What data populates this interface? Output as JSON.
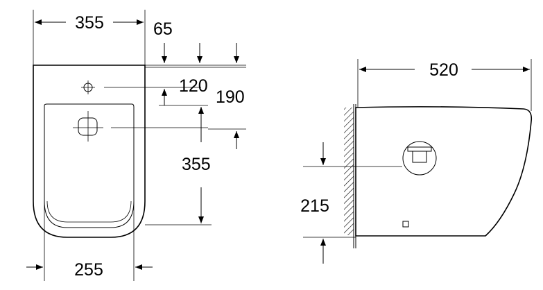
{
  "front_view": {
    "width_top": "355",
    "offset_top": "65",
    "hole1_offset": "120",
    "hole2_offset": "190",
    "height_to_floor": "355",
    "width_bottom": "255"
  },
  "side_view": {
    "depth": "520",
    "outlet_height": "215"
  }
}
